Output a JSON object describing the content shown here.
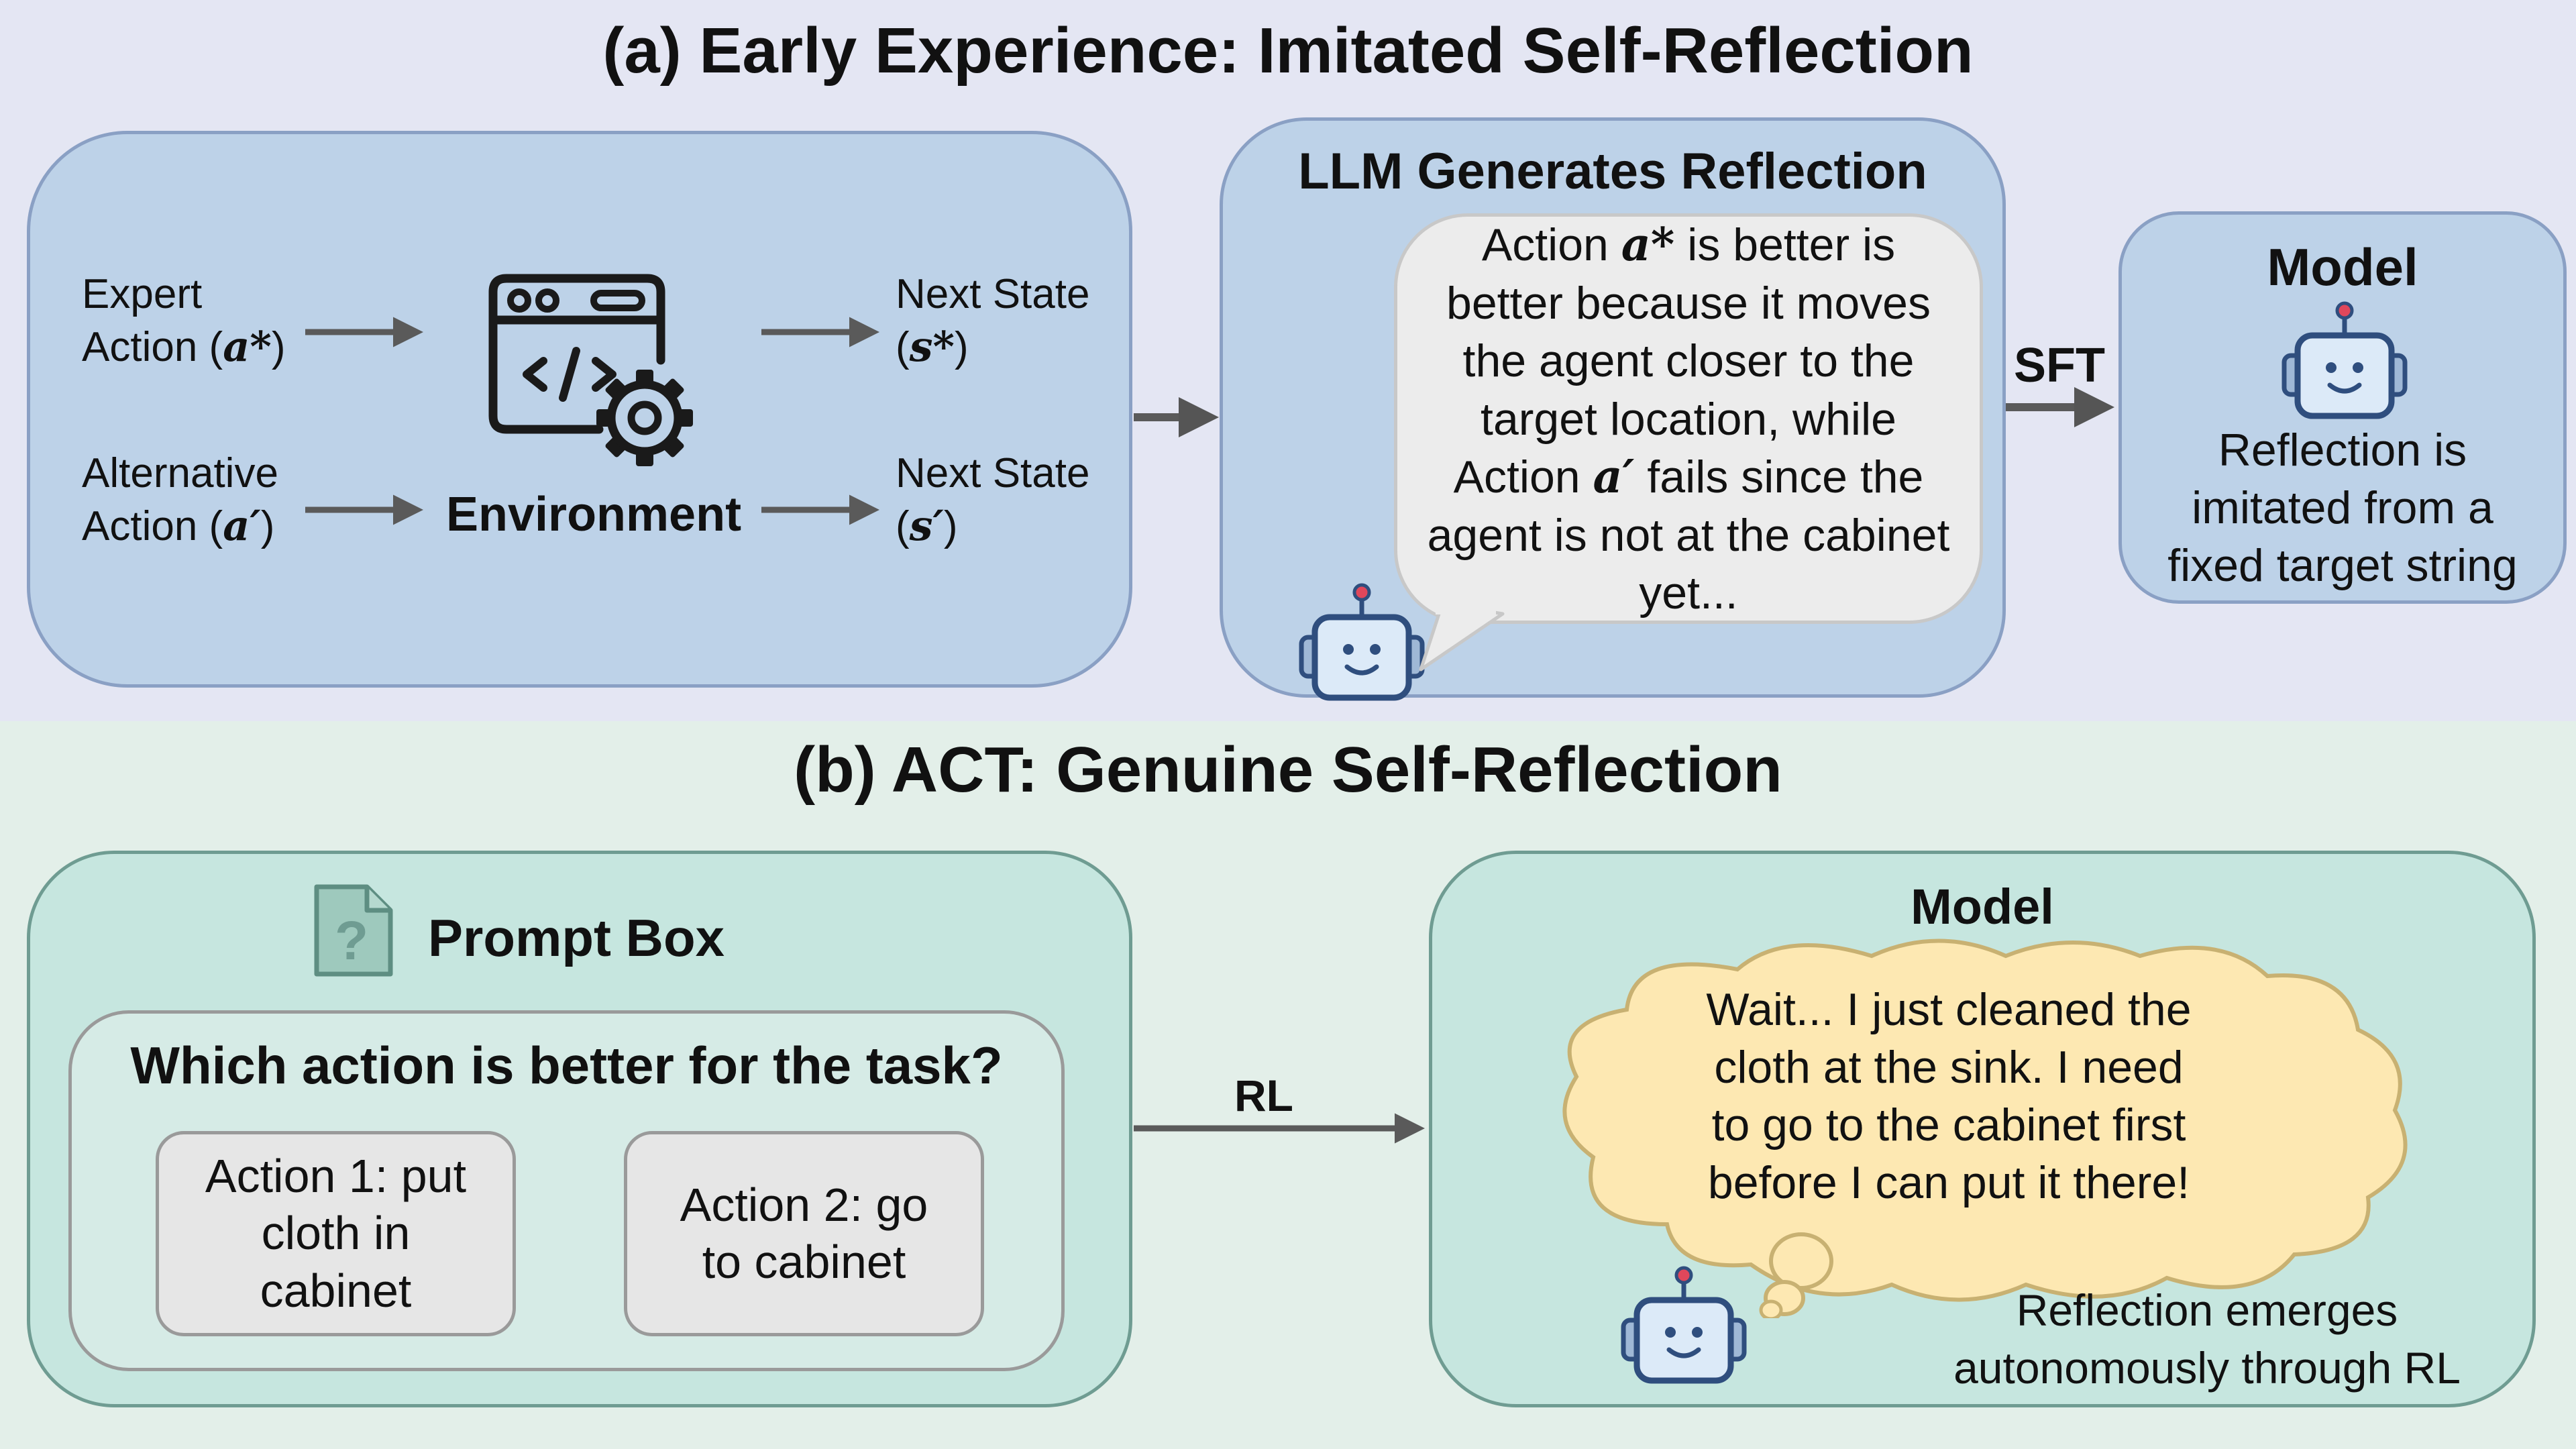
{
  "part_a": {
    "title": "(a) Early Experience: Imitated Self-Reflection",
    "expert_action": {
      "line1": "Expert",
      "line2_prefix": "Action (",
      "symbol": "a*",
      "line2_suffix": ")"
    },
    "alternative_action": {
      "line1": "Alternative",
      "line2_prefix": "Action (",
      "symbol": "a′",
      "line2_suffix": ")"
    },
    "environment_label": "Environment",
    "next_state_1": {
      "line1": "Next State",
      "prefix": "(",
      "symbol": "s*",
      "suffix": ")"
    },
    "next_state_2": {
      "line1": "Next State",
      "prefix": "(",
      "symbol": "s′",
      "suffix": ")"
    },
    "llm_title": "LLM Generates Reflection",
    "reflection": {
      "part1": "Action ",
      "sym1": "a*",
      "part2": " is better is better because it moves the agent closer to the target location, while Action ",
      "sym2": "a′",
      "part3": " fails since the agent is not at the cabinet yet..."
    },
    "sft_label": "SFT",
    "model_title": "Model",
    "model_text": [
      "Reflection is",
      "imitated from a",
      "fixed target string"
    ]
  },
  "part_b": {
    "title": "(b) ACT: Genuine Self-Reflection",
    "prompt_box_title": "Prompt Box",
    "question": "Which action is better for the task?",
    "action1": "Action 1: put cloth in cabinet",
    "action2": "Action 2: go to cabinet",
    "rl_label": "RL",
    "model_title": "Model",
    "thought": [
      "Wait... I just cleaned the",
      "cloth at the sink. I need",
      "to go to the cabinet first",
      "before I can put it there!"
    ],
    "emerges_text": [
      "Reflection emerges",
      "autonomously through RL"
    ]
  },
  "colors": {
    "band_a": "#e4e6f3",
    "band_b": "#e3efe9",
    "blue_box": "#bdd2e8",
    "teal_box": "#c6e6df",
    "cloud": "#fde8b2",
    "robot_face": "#dceaf8",
    "robot_body": "#2f4e7e",
    "arrow": "#5a5a5a"
  },
  "icons": [
    "code-window-gear-icon",
    "robot-icon",
    "question-document-icon",
    "thought-cloud"
  ]
}
